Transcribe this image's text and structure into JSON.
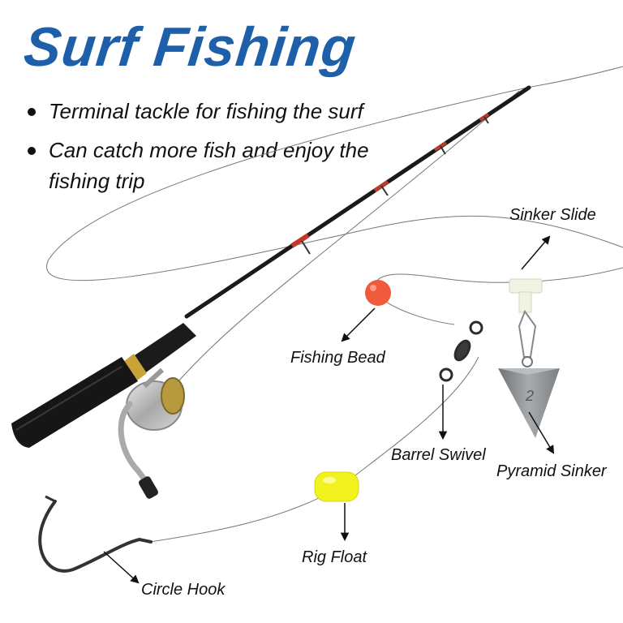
{
  "title": "Surf Fishing",
  "bullets": [
    "Terminal tackle for fishing the surf",
    "Can catch more fish and enjoy the fishing trip"
  ],
  "labels": {
    "sinker_slide": "Sinker Slide",
    "fishing_bead": "Fishing Bead",
    "barrel_swivel": "Barrel Swivel",
    "pyramid_sinker": "Pyramid Sinker",
    "rig_float": "Rig Float",
    "circle_hook": "Circle Hook"
  },
  "sinker_mark": "2",
  "colors": {
    "title": "#1d5fa8",
    "bead": "#f05a3c",
    "float": "#f2f21e",
    "slide": "#f1f3e2",
    "sinker": "#8a8e90"
  }
}
